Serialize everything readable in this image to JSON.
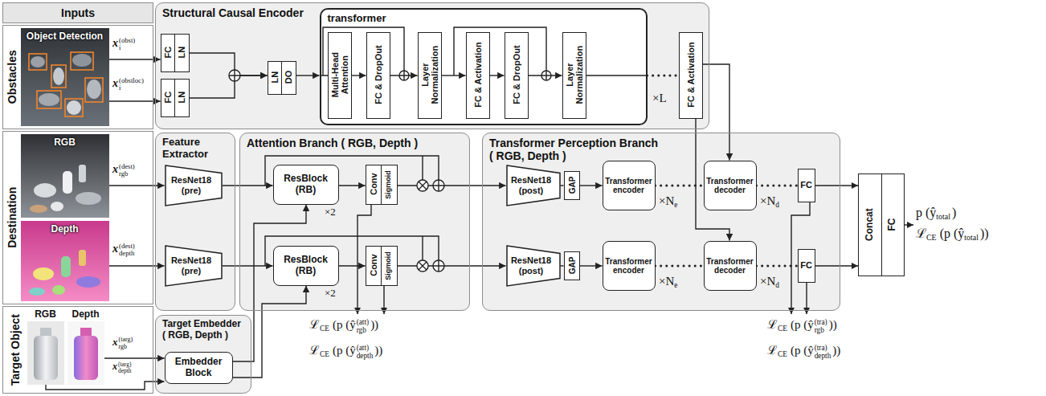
{
  "diagram": {
    "nodes": [
      {
        "text": [
          "Inputs"
        ]
      },
      {
        "text": [
          "Obstacles"
        ]
      },
      {
        "text": [
          "Object Detection"
        ],
        "in": 1
      },
      {
        "text": [
          "Destination"
        ]
      },
      {
        "text": [
          "RGB"
        ],
        "in": 3
      },
      {
        "text": [
          "Depth"
        ],
        "in": 3
      },
      {
        "text": [
          "Target Object"
        ]
      },
      {
        "text": [
          "RGB"
        ],
        "in": 6
      },
      {
        "text": [
          "Depth"
        ],
        "in": 6
      },
      {
        "text": [
          "Structural Causal Encoder"
        ]
      },
      {
        "text": [
          "FC",
          "LN"
        ],
        "in": 9
      },
      {
        "text": [
          "FC",
          "LN"
        ],
        "in": 9
      },
      {
        "text": [
          "LN",
          "DO"
        ],
        "in": 9
      },
      {
        "text": [
          "transformer"
        ],
        "in": 9
      },
      {
        "text": [
          "Multi-Head Attention"
        ],
        "in": 13
      },
      {
        "text": [
          "FC & DropOut"
        ],
        "in": 13
      },
      {
        "text": [
          "Layer Normalization"
        ],
        "in": 13
      },
      {
        "text": [
          "FC & Activation"
        ],
        "in": 13
      },
      {
        "text": [
          "FC & DropOut"
        ],
        "in": 13
      },
      {
        "text": [
          "Layer Normalization"
        ],
        "in": 13
      },
      {
        "text": [
          "FC & Activation"
        ],
        "in": 9
      },
      {
        "text": [
          "Feature Extractor"
        ]
      },
      {
        "text": [
          "ResNet18 (pre)"
        ],
        "in": 21
      },
      {
        "text": [
          "ResNet18 (pre)"
        ],
        "in": 21
      },
      {
        "text": [
          "Target Embedder ( RGB, Depth )"
        ]
      },
      {
        "text": [
          "Embedder Block"
        ],
        "in": 24
      },
      {
        "text": [
          "Attention Branch ( RGB, Depth )"
        ]
      },
      {
        "text": [
          "ResBlock (RB)"
        ],
        "in": 26
      },
      {
        "text": [
          "Conv",
          "Sigmoid"
        ],
        "in": 26
      },
      {
        "text": [
          "ResBlock (RB)"
        ],
        "in": 26
      },
      {
        "text": [
          "Conv",
          "Sigmoid"
        ],
        "in": 26
      },
      {
        "text": [
          "Transformer Perception Branch ( RGB, Depth )"
        ]
      },
      {
        "text": [
          "ResNet18 (post)"
        ],
        "in": 31
      },
      {
        "text": [
          "GAP"
        ],
        "in": 31
      },
      {
        "text": [
          "Transformer encoder"
        ],
        "in": 31
      },
      {
        "text": [
          "Transformer decoder"
        ],
        "in": 31
      },
      {
        "text": [
          "FC"
        ],
        "in": 31
      },
      {
        "text": [
          "ResNet18 (post)"
        ],
        "in": 31
      },
      {
        "text": [
          "GAP"
        ],
        "in": 31
      },
      {
        "text": [
          "Transformer encoder"
        ],
        "in": 31
      },
      {
        "text": [
          "Transformer decoder"
        ],
        "in": 31
      },
      {
        "text": [
          "FC"
        ],
        "in": 31
      },
      {
        "text": [
          "Concat",
          "FC"
        ]
      }
    ],
    "edges": [
      {
        "from": 2,
        "to": 10,
        "arrow": "to"
      },
      {
        "from": 2,
        "to": 11,
        "arrow": "to"
      },
      {
        "from": 10,
        "to": 12,
        "arrow": "to"
      },
      {
        "from": 11,
        "to": 12,
        "arrow": "to"
      },
      {
        "from": 12,
        "to": 13,
        "arrow": "to"
      },
      {
        "from": 14,
        "to": 15,
        "arrow": "to"
      },
      {
        "from": 15,
        "to": 16,
        "arrow": "to"
      },
      {
        "from": 16,
        "to": 17,
        "arrow": "to"
      },
      {
        "from": 17,
        "to": 18,
        "arrow": "to"
      },
      {
        "from": 18,
        "to": 19,
        "arrow": "to"
      },
      {
        "from": 13,
        "to": 20,
        "arrow": "none"
      },
      {
        "from": 20,
        "to": 35,
        "arrow": "to"
      },
      {
        "from": 20,
        "to": 40,
        "arrow": "to"
      },
      {
        "from": 4,
        "to": 22,
        "arrow": "to"
      },
      {
        "from": 5,
        "to": 23,
        "arrow": "to"
      },
      {
        "from": 22,
        "to": 27,
        "arrow": "to"
      },
      {
        "from": 23,
        "to": 29,
        "arrow": "to"
      },
      {
        "from": 27,
        "to": 28,
        "arrow": "to"
      },
      {
        "from": 29,
        "to": 30,
        "arrow": "to"
      },
      {
        "from": 28,
        "to": 32,
        "arrow": "to"
      },
      {
        "from": 30,
        "to": 37,
        "arrow": "to"
      },
      {
        "from": 8,
        "to": 25,
        "arrow": "to"
      },
      {
        "from": 7,
        "to": 25,
        "arrow": "to"
      },
      {
        "from": 25,
        "to": 27,
        "arrow": "to"
      },
      {
        "from": 25,
        "to": 29,
        "arrow": "to"
      },
      {
        "from": 32,
        "to": 33,
        "arrow": "none"
      },
      {
        "from": 33,
        "to": 34,
        "arrow": "to"
      },
      {
        "from": 34,
        "to": 35,
        "arrow": "none"
      },
      {
        "from": 35,
        "to": 36,
        "arrow": "none"
      },
      {
        "from": 36,
        "to": 42,
        "arrow": "to"
      },
      {
        "from": 37,
        "to": 38,
        "arrow": "none"
      },
      {
        "from": 38,
        "to": 39,
        "arrow": "to"
      },
      {
        "from": 39,
        "to": 40,
        "arrow": "none"
      },
      {
        "from": 40,
        "to": 41,
        "arrow": "none"
      },
      {
        "from": 41,
        "to": 42,
        "arrow": "to"
      }
    ],
    "labels": [
      "×L",
      "×2",
      "×2",
      "×N",
      "e",
      "×N",
      "d",
      "×N",
      "e",
      "×N",
      "d",
      "x",
      "(obst)",
      "i",
      "x",
      "(obstloc)",
      "i",
      "x",
      "(dest)",
      "rgb",
      "x",
      "(dest)",
      "depth",
      "x",
      "(targ)",
      "rgb",
      "x",
      "(targ)",
      "depth",
      "ℒ",
      "CE",
      "(p (ŷ",
      "(att)",
      "rgb",
      "))",
      "ℒ",
      "CE",
      "(p (ŷ",
      "(att)",
      "depth",
      "))",
      "ℒ",
      "CE",
      "(p (ŷ",
      "(tra)",
      "rgb",
      "))",
      "ℒ",
      "CE",
      "(p (ŷ",
      "(tra)",
      "depth",
      "))",
      "p (ŷ",
      "total",
      ")",
      "ℒ",
      "CE",
      "(p (ŷ",
      "total",
      "))"
    ]
  }
}
